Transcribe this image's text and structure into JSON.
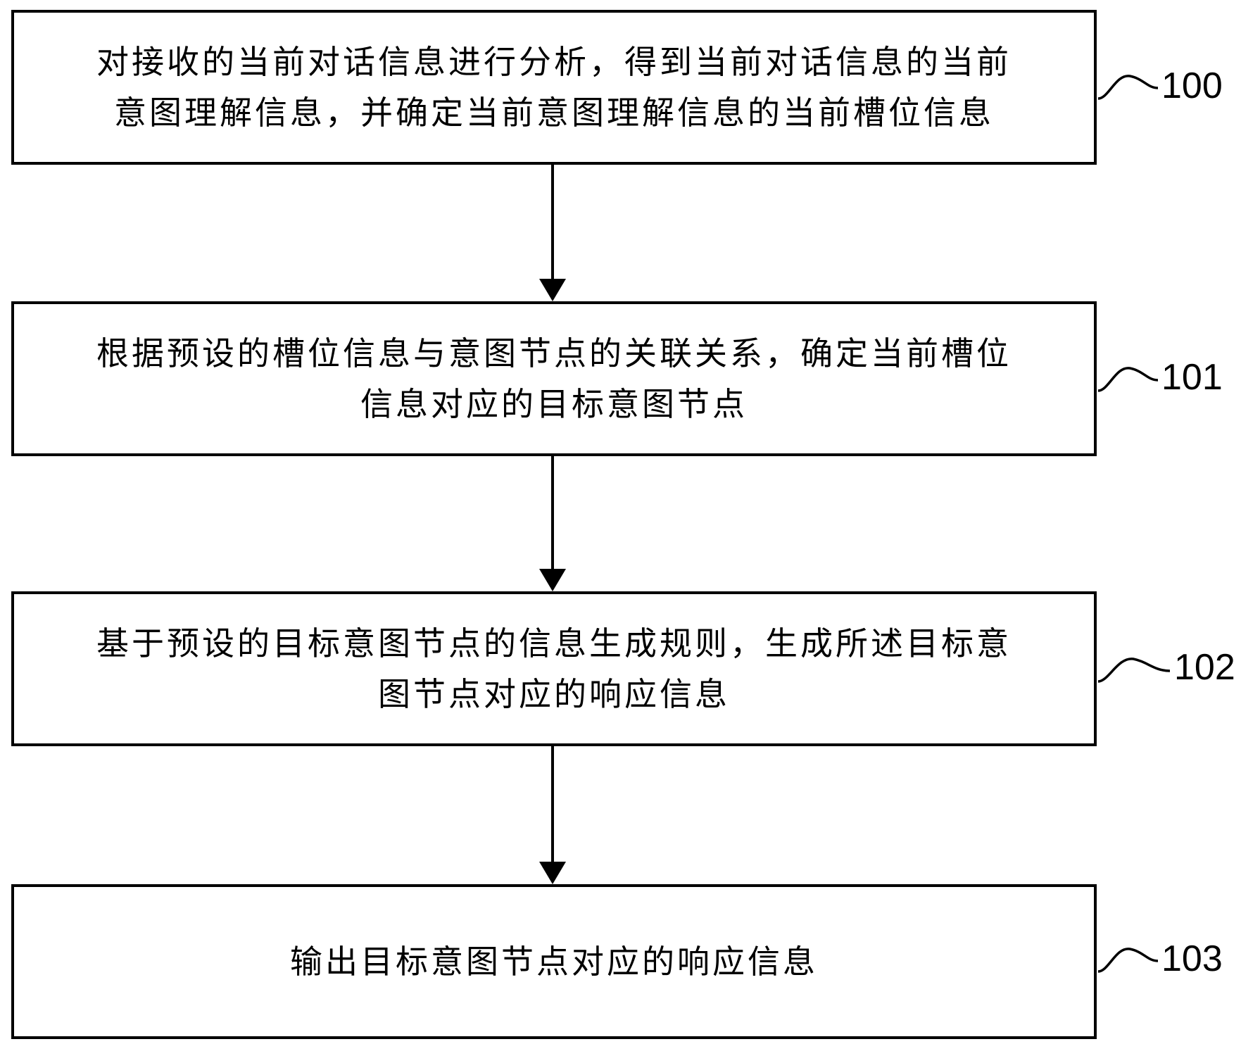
{
  "steps": [
    {
      "id": "100",
      "lines": [
        "对接收的当前对话信息进行分析，得到当前对话信息的当前",
        "意图理解信息，并确定当前意图理解信息的当前槽位信息"
      ]
    },
    {
      "id": "101",
      "lines": [
        "根据预设的槽位信息与意图节点的关联关系，确定当前槽位",
        "信息对应的目标意图节点"
      ]
    },
    {
      "id": "102",
      "lines": [
        "基于预设的目标意图节点的信息生成规则，生成所述目标意",
        "图节点对应的响应信息"
      ]
    },
    {
      "id": "103",
      "lines": [
        "输出目标意图节点对应的响应信息"
      ]
    }
  ]
}
